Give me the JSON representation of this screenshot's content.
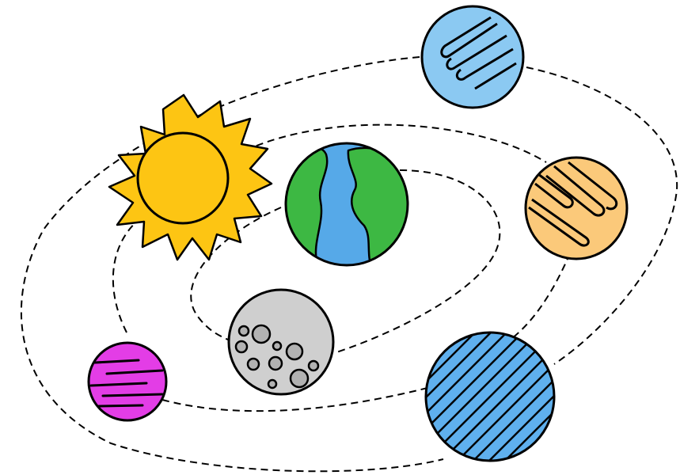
{
  "scene": {
    "background": "#ffffff",
    "outline_color": "#000000",
    "orbit_style": "dashed"
  },
  "bodies": [
    {
      "name": "sun",
      "fill": "#FDC513",
      "ray_fill": "#FDC513"
    },
    {
      "name": "earth",
      "ocean": "#56A9E8",
      "land": "#3DB843"
    },
    {
      "name": "ringed-blue-planet",
      "fill": "#8BC9F2",
      "pattern": "ring-loops"
    },
    {
      "name": "orange-planet",
      "fill": "#FBC97A",
      "pattern": "ring-loops"
    },
    {
      "name": "moon",
      "fill": "#CFCFCF",
      "crater_fill": "#B2B2B2"
    },
    {
      "name": "pink-planet",
      "fill": "#E33DE6",
      "pattern": "stripes"
    },
    {
      "name": "striped-blue-planet",
      "fill": "#5FB0EE",
      "pattern": "diagonal-hatch"
    }
  ]
}
